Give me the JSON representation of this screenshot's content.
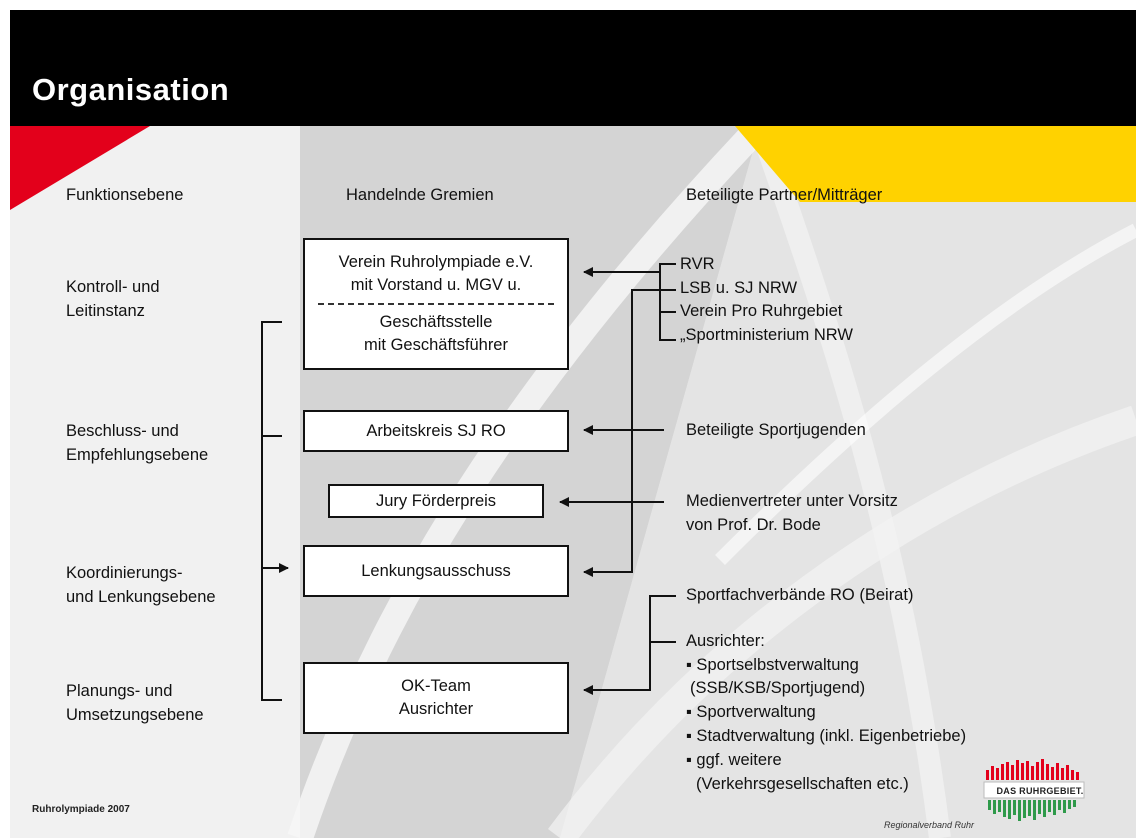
{
  "header": {
    "title": "Organisation"
  },
  "columns": {
    "level": "Funktionsebene",
    "bodies": "Handelnde Gremien",
    "partners_prefix": "Beteiligte ",
    "partners_highlight": "Partner/Mitträger"
  },
  "levels": {
    "control_1": "Kontroll- und",
    "control_2": "Leitinstanz",
    "decision_1": "Beschluss- und",
    "decision_2": "Empfehlungsebene",
    "coord_1": "Koordinierungs-",
    "coord_2": "und Lenkungsebene",
    "plan_1": "Planungs- und",
    "plan_2": "Umsetzungsebene"
  },
  "boxes": {
    "verein_1": "Verein Ruhrolympiade e.V.",
    "verein_2": "mit Vorstand u. MGV u.",
    "verein_3": "Geschäftsstelle",
    "verein_4": "mit Geschäftsführer",
    "arbeitskreis": "Arbeitskreis SJ RO",
    "jury": "Jury Förderpreis",
    "lenkung": "Lenkungsausschuss",
    "okteam_1": "OK-Team",
    "okteam_2": "Ausrichter"
  },
  "partners": {
    "rvr": "RVR",
    "lsb": "LSB u. SJ NRW",
    "pro_ruhr": "Verein Pro Ruhrgebiet",
    "sportmin": "„Sportministerium NRW",
    "sportjugenden": "Beteiligte Sportjugenden",
    "medien_1": "Medienvertreter unter Vorsitz",
    "medien_2": "von Prof. Dr. Bode",
    "fachverbaende": "Sportfachverbände RO (Beirat)",
    "ausrichter": "Ausrichter:",
    "a1_1": "▪  Sportselbstverwaltung",
    "a1_2": "(SSB/KSB/Sportjugend)",
    "a2": "▪ Sportverwaltung",
    "a3": "▪ Stadtverwaltung (inkl. Eigenbetriebe)",
    "a4_1": "▪ ggf. weitere",
    "a4_2": "(Verkehrsgesellschaften etc.)"
  },
  "footer": {
    "left": "Ruhrolympiade 2007",
    "logo": "DAS RUHRGEBIET.",
    "logo_sub": "Regionalverband Ruhr"
  },
  "colors": {
    "header_bg": "#000000",
    "accent_red": "#e3001b",
    "accent_yellow": "#ffd200",
    "panel_grey": "#d8d8d8",
    "logo_green": "#2e9a4a"
  }
}
